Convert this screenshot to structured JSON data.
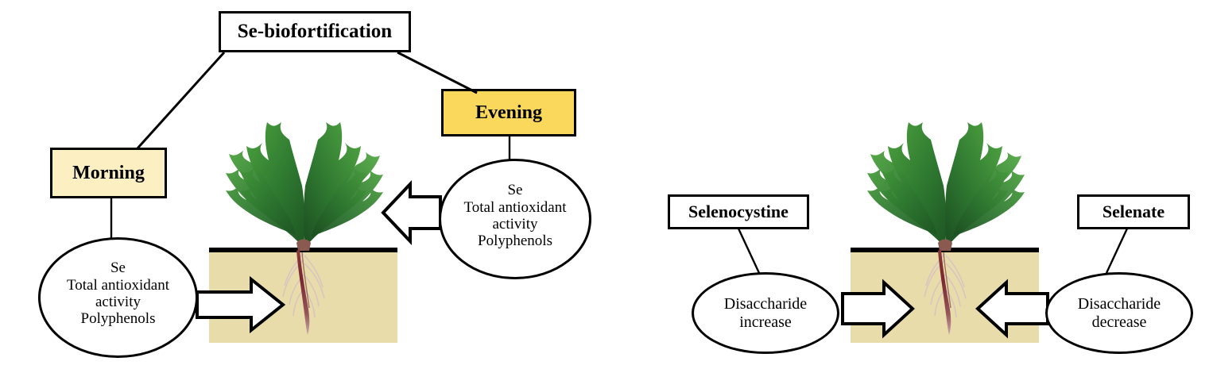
{
  "figure": {
    "type": "diagram",
    "description": "Two-panel conceptual diagram of selenium biofortification in chicory",
    "colors": {
      "morning_box_fill": "#FCEFC2",
      "evening_box_fill": "#F9D85C",
      "plain_box_fill": "#FFFFFF",
      "soil_fill": "#E8DCAA",
      "outline": "#000000",
      "leaf_green": "#3E8C3A",
      "root_red": "#7E2630"
    }
  },
  "left_panel": {
    "title_box": {
      "label": "Se-biofortification"
    },
    "morning_box": {
      "label": "Morning"
    },
    "evening_box": {
      "label": "Evening"
    },
    "morning_ellipse": {
      "lines": [
        "Se",
        "Total antioxidant",
        "activity",
        "Polyphenols"
      ],
      "text": "Se\nTotal antioxidant\nactivity\nPolyphenols"
    },
    "evening_ellipse": {
      "lines": [
        "Se",
        "Total antioxidant",
        "activity",
        "Polyphenols"
      ],
      "text": "Se\nTotal antioxidant\nactivity\nPolyphenols"
    },
    "arrows": [
      {
        "name": "morning-to-root-arrow",
        "direction": "right",
        "target": "root"
      },
      {
        "name": "evening-to-leaves-arrow",
        "direction": "left",
        "target": "leaves"
      }
    ]
  },
  "right_panel": {
    "selenocystine_box": {
      "label": "Selenocystine"
    },
    "selenate_box": {
      "label": "Selenate"
    },
    "increase_ellipse": {
      "lines": [
        "Disaccharide",
        "increase"
      ],
      "text": "Disaccharide\nincrease"
    },
    "decrease_ellipse": {
      "lines": [
        "Disaccharide",
        "decrease"
      ],
      "text": "Disaccharide\ndecrease"
    },
    "arrows": [
      {
        "name": "increase-to-root-arrow",
        "direction": "right",
        "target": "root"
      },
      {
        "name": "decrease-to-root-arrow",
        "direction": "left",
        "target": "root"
      }
    ]
  },
  "plant": {
    "label": "chicory-plant",
    "parts": [
      "leaves",
      "taproot",
      "fibrous-roots"
    ]
  },
  "soil": {
    "label": "soil-block"
  }
}
